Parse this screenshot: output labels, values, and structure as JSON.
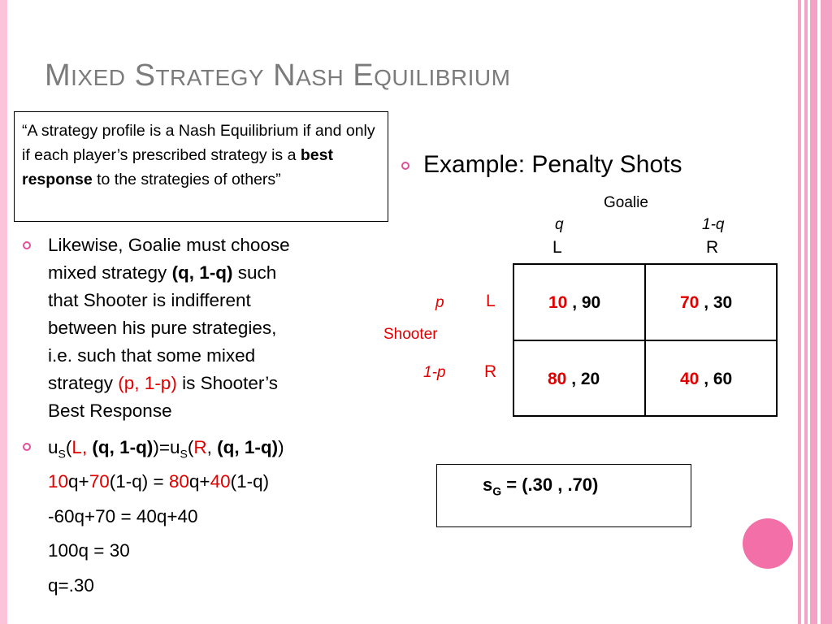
{
  "title": {
    "word1_initial": "M",
    "word1_rest": "IXED",
    "word2_initial": "S",
    "word2_rest": "TRATEGY",
    "word3_initial": "N",
    "word3_rest": "ASH",
    "word4_initial": "E",
    "word4_rest": "QUILIBRIUM"
  },
  "quote": {
    "part1": "“A strategy profile is a Nash Equilibrium if and only if each player’s prescribed strategy is a ",
    "bold": "best response",
    "part2": " to the strategies of others”"
  },
  "left_bullet1": {
    "line1": "Likewise, Goalie must choose",
    "line2_a": "mixed strategy ",
    "line2_b": "(q, 1-q)",
    "line2_c": " such",
    "line3": "that Shooter is indifferent",
    "line4": "between his pure strategies,",
    "line5": "i.e. such that some mixed",
    "line6_a": "strategy ",
    "line6_b": "(p, 1-p)",
    "line6_c": " is Shooter’s",
    "line7": "Best Response"
  },
  "left_bullet2": {
    "u1": "u",
    "sub1": "S",
    "open1": "(",
    "l": "L,",
    "space": " ",
    "q1": "(q, 1-q)",
    "close1": ")=",
    "u2": "u",
    "sub2": "S",
    "open2": "(",
    "r": "R",
    "comma": ", ",
    "q2": "(q, 1-q)",
    "close2": ")"
  },
  "equations": {
    "eq1": {
      "a": "10",
      "b": "q+",
      "c": "70",
      "d": "(1-q) = ",
      "e": "80",
      "f": "q+",
      "g": "40",
      "h": "(1-q)"
    },
    "eq2": "-60q+70 = 40q+40",
    "eq3": "100q = 30",
    "eq4": "q=.30"
  },
  "example": "Example: Penalty Shots",
  "matrix": {
    "goalie_label": "Goalie",
    "col_q": "q",
    "col_1q": "1-q",
    "col_L": "L",
    "col_R": "R",
    "row_p": "p",
    "row_L": "L",
    "shooter_label": "Shooter",
    "row_1p": "1-p",
    "row_R": "R",
    "cells": [
      {
        "a": "10",
        "b": " , 90"
      },
      {
        "a": "70",
        "b": " , 30"
      },
      {
        "a": "80",
        "b": " , 20"
      },
      {
        "a": "40",
        "b": " , 60"
      }
    ]
  },
  "answer": {
    "s": "s",
    "sub": "G",
    "value": " = (.30 , .70)"
  },
  "colors": {
    "accent_pink": "#e0509a",
    "stripe_pink": "#f4a3c4",
    "red": "#e00000",
    "title_gray": "#7b7b7b"
  }
}
